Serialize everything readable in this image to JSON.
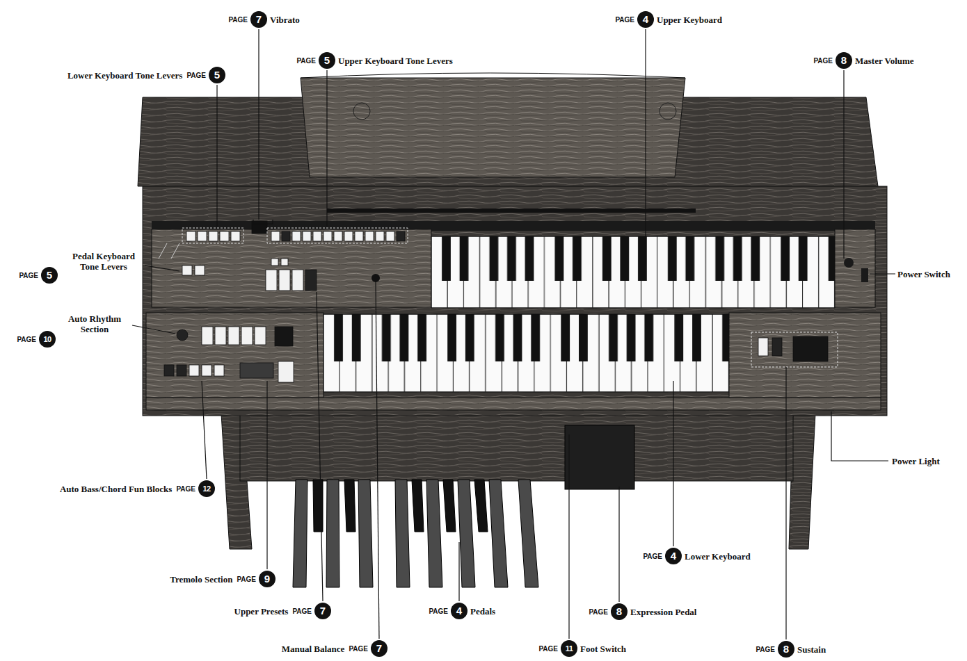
{
  "diagram": {
    "nodes": [
      {
        "text": [
          "7"
        ]
      },
      {
        "text": [
          "4"
        ]
      },
      {
        "text": [
          "5"
        ]
      },
      {
        "text": [
          "8"
        ]
      },
      {
        "text": [
          "5"
        ]
      },
      {
        "text": [
          "5"
        ]
      },
      {
        "text": [
          "10"
        ]
      },
      {
        "text": [
          "12"
        ]
      },
      {
        "text": [
          "4"
        ]
      },
      {
        "text": [
          "9"
        ]
      },
      {
        "text": [
          "7"
        ]
      },
      {
        "text": [
          "4"
        ]
      },
      {
        "text": [
          "8"
        ]
      },
      {
        "text": [
          "7"
        ]
      },
      {
        "text": [
          "11"
        ]
      },
      {
        "text": [
          "8"
        ]
      }
    ],
    "labels": [
      "PAGE",
      "Vibrato",
      "PAGE",
      "Upper Keyboard",
      "PAGE",
      "Upper Keyboard Tone Levers",
      "PAGE",
      "Master Volume",
      "Lower Keyboard Tone Levers",
      "PAGE",
      "Pedal Keyboard Tone Levers",
      "PAGE",
      "Power Switch",
      "Auto Rhythm Section",
      "PAGE",
      "Power Light",
      "Auto Bass/Chord Fun Blocks",
      "PAGE",
      "PAGE",
      "Lower Keyboard",
      "Tremolo Section",
      "PAGE",
      "Upper Presets",
      "PAGE",
      "PAGE",
      "Pedals",
      "PAGE",
      "Expression Pedal",
      "Manual Balance",
      "PAGE",
      "PAGE",
      "Foot Switch",
      "PAGE",
      "Sustain"
    ]
  }
}
